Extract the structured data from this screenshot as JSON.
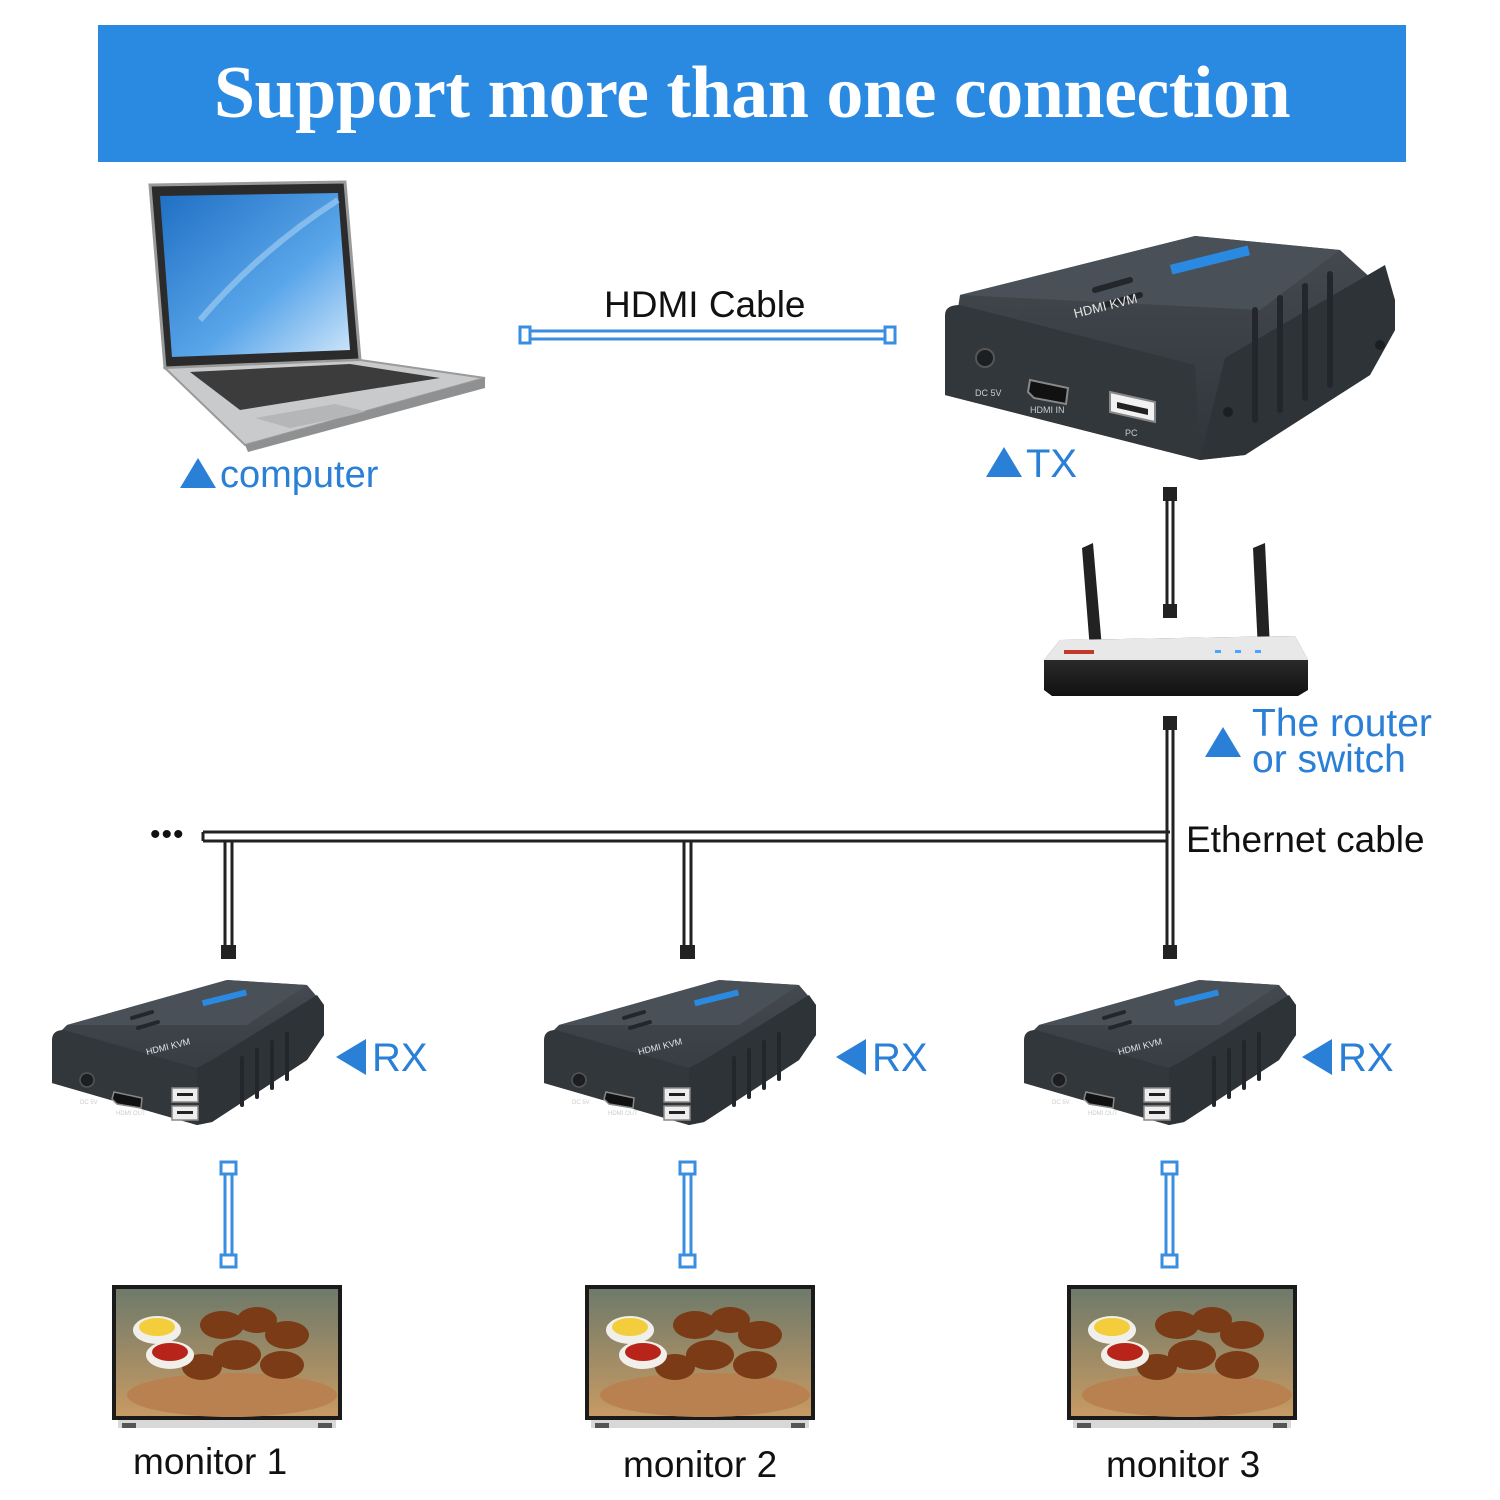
{
  "title": "Support more than one connection",
  "labels": {
    "hdmi_cable": "HDMI Cable",
    "computer": "computer",
    "tx": "TX",
    "router_line1": "The router",
    "router_line2": "or switch",
    "ethernet_cable": "Ethernet cable",
    "ellipsis": "•••",
    "rx": "RX",
    "monitor1": "monitor 1",
    "monitor2": "monitor 2",
    "monitor3": "monitor 3"
  },
  "tx_device": {
    "brand_text": "HDMI KVM",
    "port_dc": "DC 5V",
    "port_hdmi": "HDMI IN",
    "port_pc": "PC"
  },
  "rx_device": {
    "brand_text": "HDMI KVM",
    "port_dc": "DC 5V",
    "port_hdmi": "HDMI OUT"
  },
  "colors": {
    "banner": "#2a8ae2",
    "accent_blue": "#2a7fd6",
    "device_body": "#3b4046",
    "cable_black": "#222222",
    "cable_blue": "#3a8ee0"
  }
}
